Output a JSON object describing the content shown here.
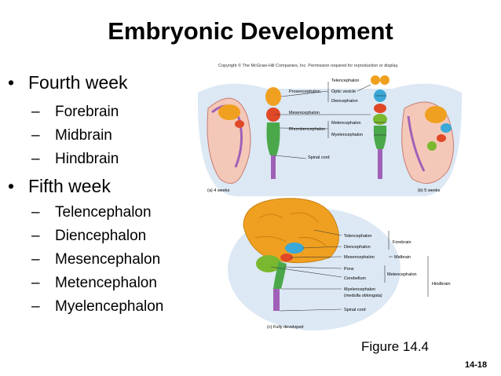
{
  "slide": {
    "title": "Embryonic Development",
    "number": "14-18",
    "figure_caption": "Figure 14.4"
  },
  "bullets": [
    {
      "label": "Fourth week",
      "subitems": [
        "Forebrain",
        "Midbrain",
        "Hindbrain"
      ]
    },
    {
      "label": "Fifth week",
      "subitems": [
        "Telencephalon",
        "Diencephalon",
        "Mesencephalon",
        "Metencephalon",
        "Myelencephalon"
      ]
    }
  ],
  "figure": {
    "copyright": "Copyright © The McGraw-Hill Companies, Inc. Permission required for reproduction or display.",
    "panel_a": "(a) 4 weeks",
    "panel_b": "(b) 5 weeks",
    "panel_c": "(c) Fully developed",
    "top_labels": {
      "telencephalon": "Telencephalon",
      "prosencephalon": "Prosencephalon",
      "optic_vesicle": "Optic vesicle",
      "diencephalon": "Diencephalon",
      "mesencephalon": "Mesencephalon",
      "metencephalon": "Metencephalon",
      "rhombencephalon": "Rhombencephalon",
      "myelencephalon": "Myelencephalon",
      "spinal_cord": "Spinal cord"
    },
    "bottom_labels": {
      "telencephalon": "Telencephalon",
      "diencephalon": "Diencephalon",
      "mesencephalon": "Mesencephalon",
      "pons": "Pons",
      "cerebellum": "Cerebellum",
      "myelencephalon_1": "Myelencephalon",
      "myelencephalon_2": "(medulla oblongata)",
      "spinal_cord": "Spinal cord",
      "forebrain": "Forebrain",
      "midbrain": "Midbrain",
      "metencephalon": "Metencephalon",
      "hindbrain": "Hindbrain"
    },
    "colors": {
      "telencephalon": "#f0a020",
      "diencephalon": "#3aa8d8",
      "mesencephalon": "#e04828",
      "metencephalon": "#7ab830",
      "myelencephalon": "#4aa84a",
      "spinal_cord": "#a060b8",
      "background": "#dce8f4"
    }
  }
}
